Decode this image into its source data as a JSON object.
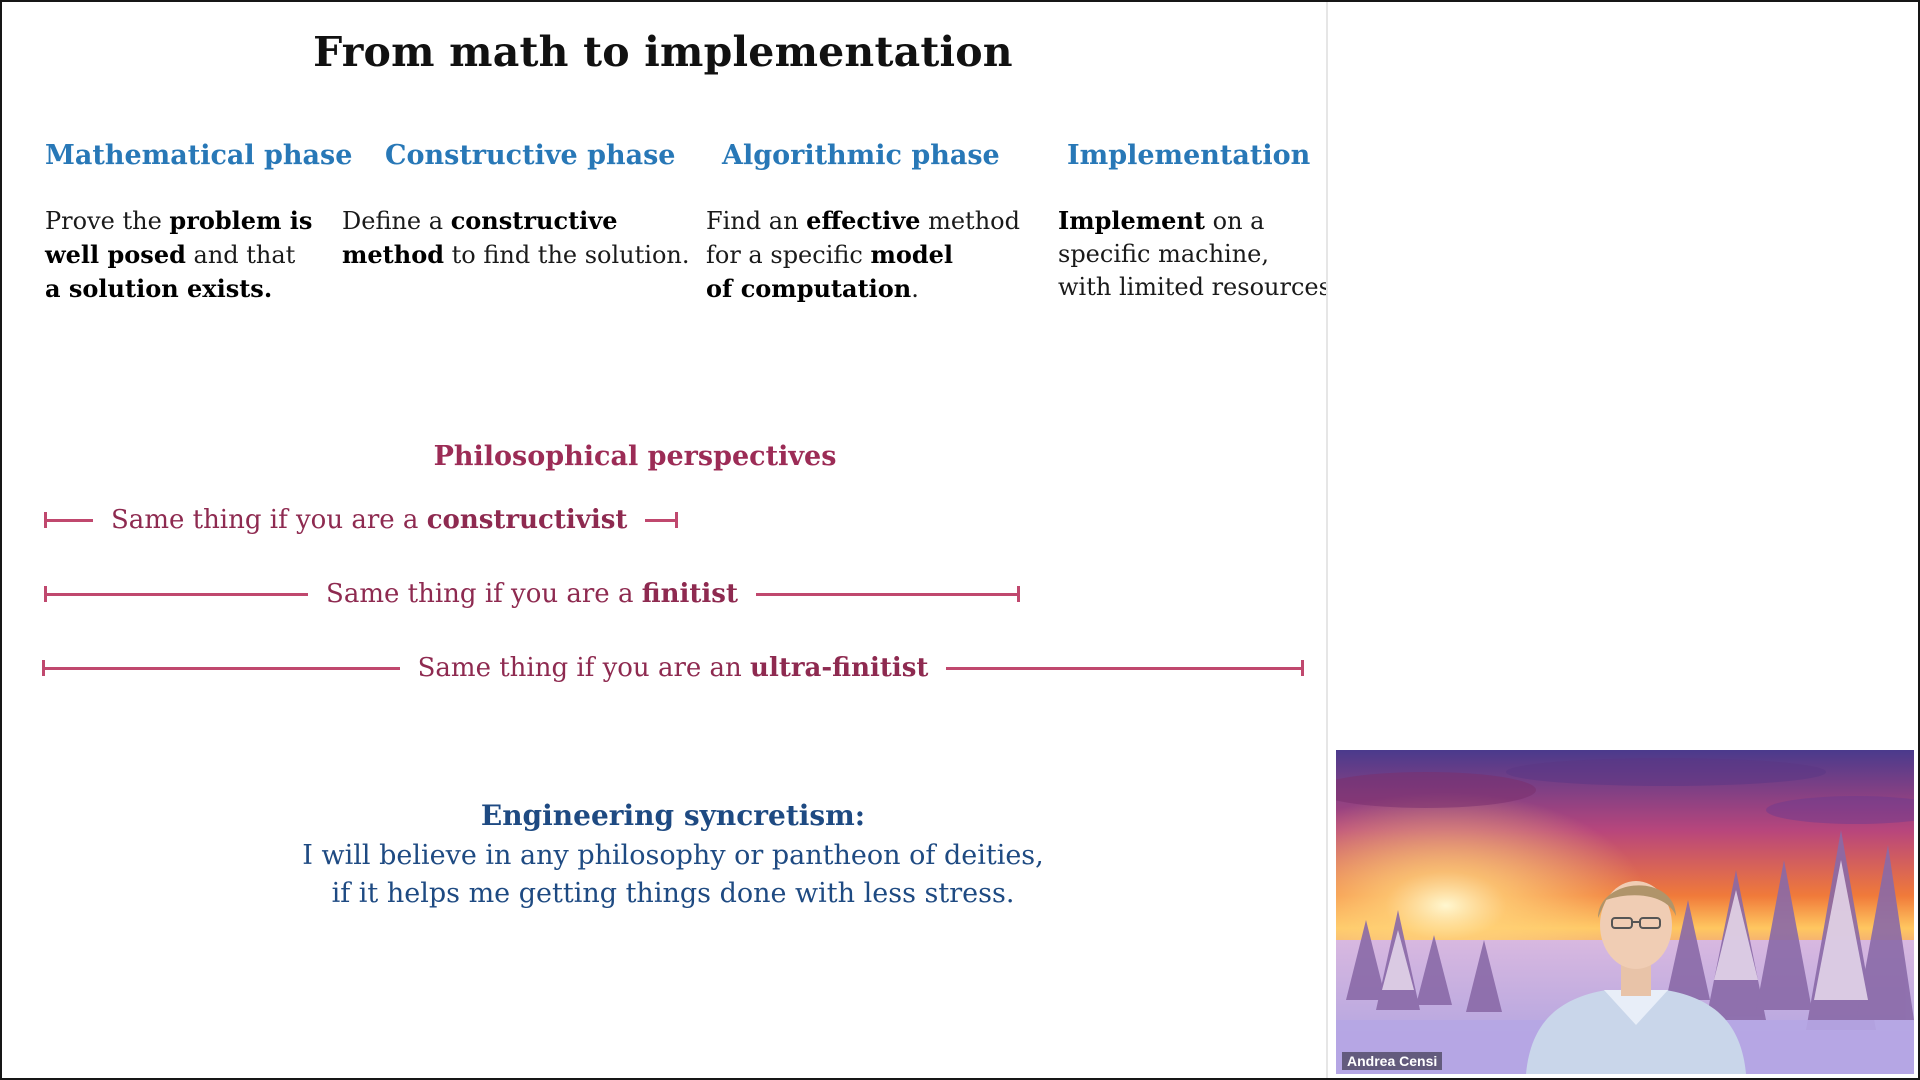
{
  "slide": {
    "title": "From math to implementation",
    "phases": [
      {
        "heading": "Mathematical phase",
        "lines": [
          [
            {
              "t": "Prove the ",
              "b": false
            },
            {
              "t": "problem is",
              "b": true
            }
          ],
          [
            {
              "t": "well posed",
              "b": true
            },
            {
              "t": " and that",
              "b": false
            }
          ],
          [
            {
              "t": "a solution exists.",
              "b": true
            }
          ]
        ]
      },
      {
        "heading": "Constructive phase",
        "lines": [
          [
            {
              "t": "Define a ",
              "b": false
            },
            {
              "t": "constructive",
              "b": true
            }
          ],
          [
            {
              "t": "method",
              "b": true
            },
            {
              "t": " to find the solution.",
              "b": false
            }
          ]
        ]
      },
      {
        "heading": "Algorithmic phase",
        "lines": [
          [
            {
              "t": "Find an ",
              "b": false
            },
            {
              "t": "effective",
              "b": true
            },
            {
              "t": " method",
              "b": false
            }
          ],
          [
            {
              "t": "for a specific ",
              "b": false
            },
            {
              "t": "model",
              "b": true
            }
          ],
          [
            {
              "t": "of computation",
              "b": true
            },
            {
              "t": ".",
              "b": false
            }
          ]
        ]
      },
      {
        "heading": "Implementation",
        "lines": [
          [
            {
              "t": "Implement",
              "b": true
            },
            {
              "t": " on a",
              "b": false
            }
          ],
          [
            {
              "t": "specific machine,",
              "b": false
            }
          ],
          [
            {
              "t": "with limited resources.",
              "b": false
            }
          ]
        ]
      }
    ],
    "philosophy": {
      "heading": "Philosophical perspectives",
      "ranges": [
        {
          "prefix": "Same thing if you are a ",
          "emph": "constructivist"
        },
        {
          "prefix": "Same thing if you are a ",
          "emph": "finitist"
        },
        {
          "prefix": "Same thing if you are an ",
          "emph": "ultra-finitist"
        }
      ]
    },
    "engineering": {
      "heading": "Engineering syncretism:",
      "line1": "I will believe in any philosophy or pantheon of deities,",
      "line2": "if it helps me getting things done with less stress."
    }
  },
  "video": {
    "participant_name": "Andrea Censi"
  },
  "colors": {
    "phase_heading": "#2878b7",
    "philosophy": "#9c2c56",
    "range_line": "#c0486e",
    "engineering": "#1e4a82"
  }
}
